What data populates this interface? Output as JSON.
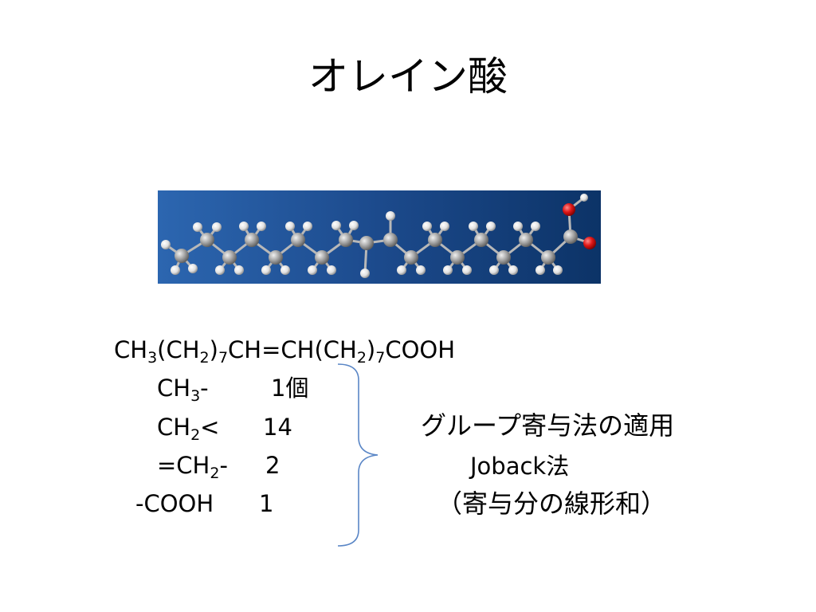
{
  "slide": {
    "title": "オレイン酸",
    "formula": {
      "p1": "CH",
      "s1": "3",
      "p2": "(CH",
      "s2": "2",
      "p3": ")",
      "s3": "7",
      "p4": "CH=CH(CH",
      "s4": "2",
      "p5": ")",
      "s5": "7",
      "p6": "COOH"
    },
    "groups": [
      {
        "pre": "CH",
        "sub": "3",
        "post": "-",
        "count": "1個"
      },
      {
        "pre": "CH",
        "sub": "2",
        "post": "<",
        "count": "14"
      },
      {
        "pre": "=CH",
        "sub": "2",
        "post": "-",
        "count": "2"
      },
      {
        "pre": "-COOH",
        "sub": "",
        "post": "",
        "count": "1"
      }
    ],
    "notes": {
      "method": "グループ寄与法の適用",
      "joback": "Joback法",
      "linear_sum": "（寄与分の線形和）"
    }
  },
  "colors": {
    "background": "#ffffff",
    "text": "#000000",
    "brace": "#5a86c6",
    "molecule_bg_dark": "#0c3367",
    "molecule_bg_light": "#2c66b0",
    "carbon": "#a8a8a8",
    "hydrogen": "#f0f0f0",
    "oxygen": "#e01818"
  },
  "icons": {
    "molecule": "oleic-acid-ball-and-stick-model",
    "brace": "right-curly-brace"
  }
}
